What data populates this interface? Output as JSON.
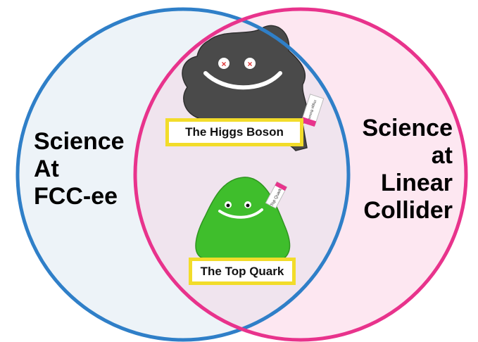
{
  "venn": {
    "left_set": {
      "lines": [
        "Science",
        "At",
        "FCC-ee"
      ],
      "color": "#2f7fc8"
    },
    "right_set": {
      "lines": [
        "Science",
        "at",
        "Linear",
        "Collider"
      ],
      "color": "#e8338c"
    },
    "intersection": [
      {
        "label": "The Higgs Boson",
        "plush_color": "#4a4a4a",
        "tag_color": "#f2dc2a"
      },
      {
        "label": "The Top Quark",
        "plush_color": "#3fbe2c",
        "tag_color": "#f2dc2a"
      }
    ]
  },
  "plush_tags": {
    "higgs": "Higgs Boson",
    "top": "Top Quark"
  }
}
